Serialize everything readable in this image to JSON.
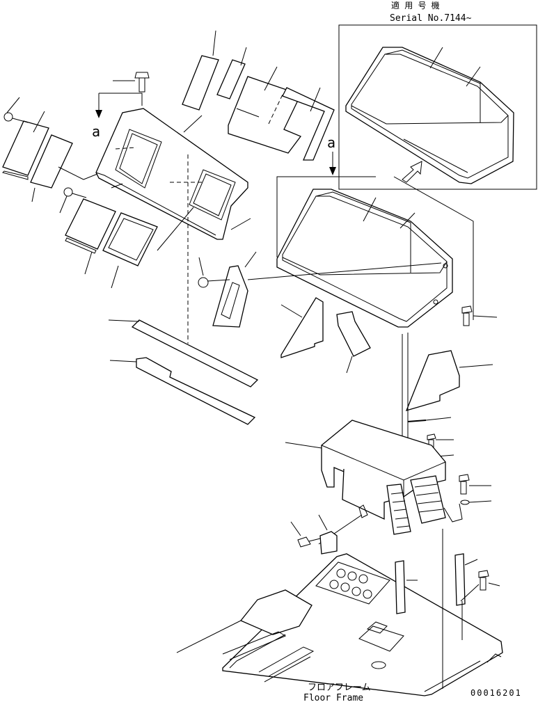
{
  "header": {
    "applicable_jp": "適 用 号 機",
    "serial": "Serial No.7144~"
  },
  "view_marker": "a",
  "floor_label_jp": "フロアフレーム",
  "floor_label_en": "Floor Frame",
  "drawing_number": "00016201"
}
